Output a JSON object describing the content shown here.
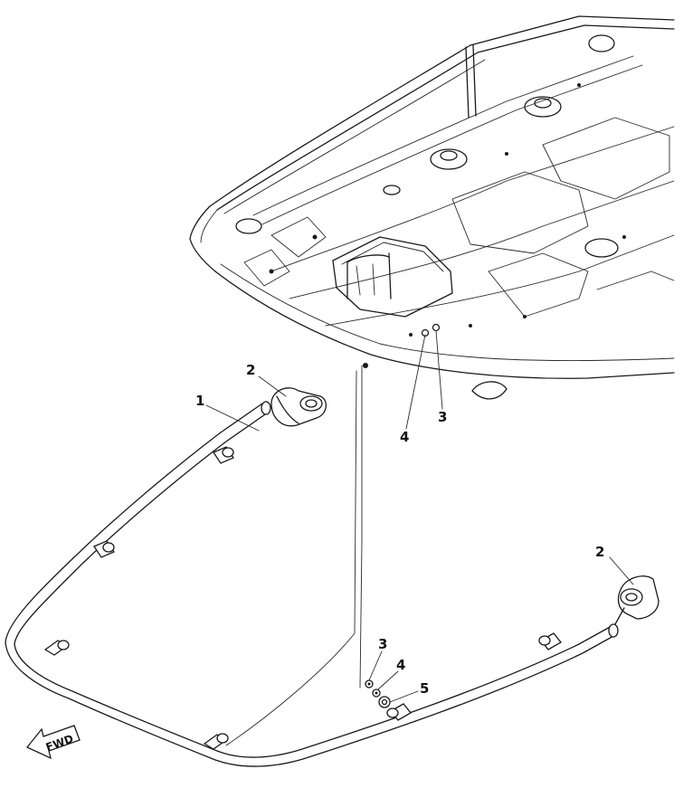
{
  "callouts": [
    {
      "id": "1",
      "label": "1"
    },
    {
      "id": "2a",
      "label": "2"
    },
    {
      "id": "2b",
      "label": "2"
    },
    {
      "id": "3a",
      "label": "3"
    },
    {
      "id": "4a",
      "label": "4"
    },
    {
      "id": "3b",
      "label": "3"
    },
    {
      "id": "4b",
      "label": "4"
    },
    {
      "id": "5",
      "label": "5"
    }
  ],
  "direction_label": "FWD"
}
